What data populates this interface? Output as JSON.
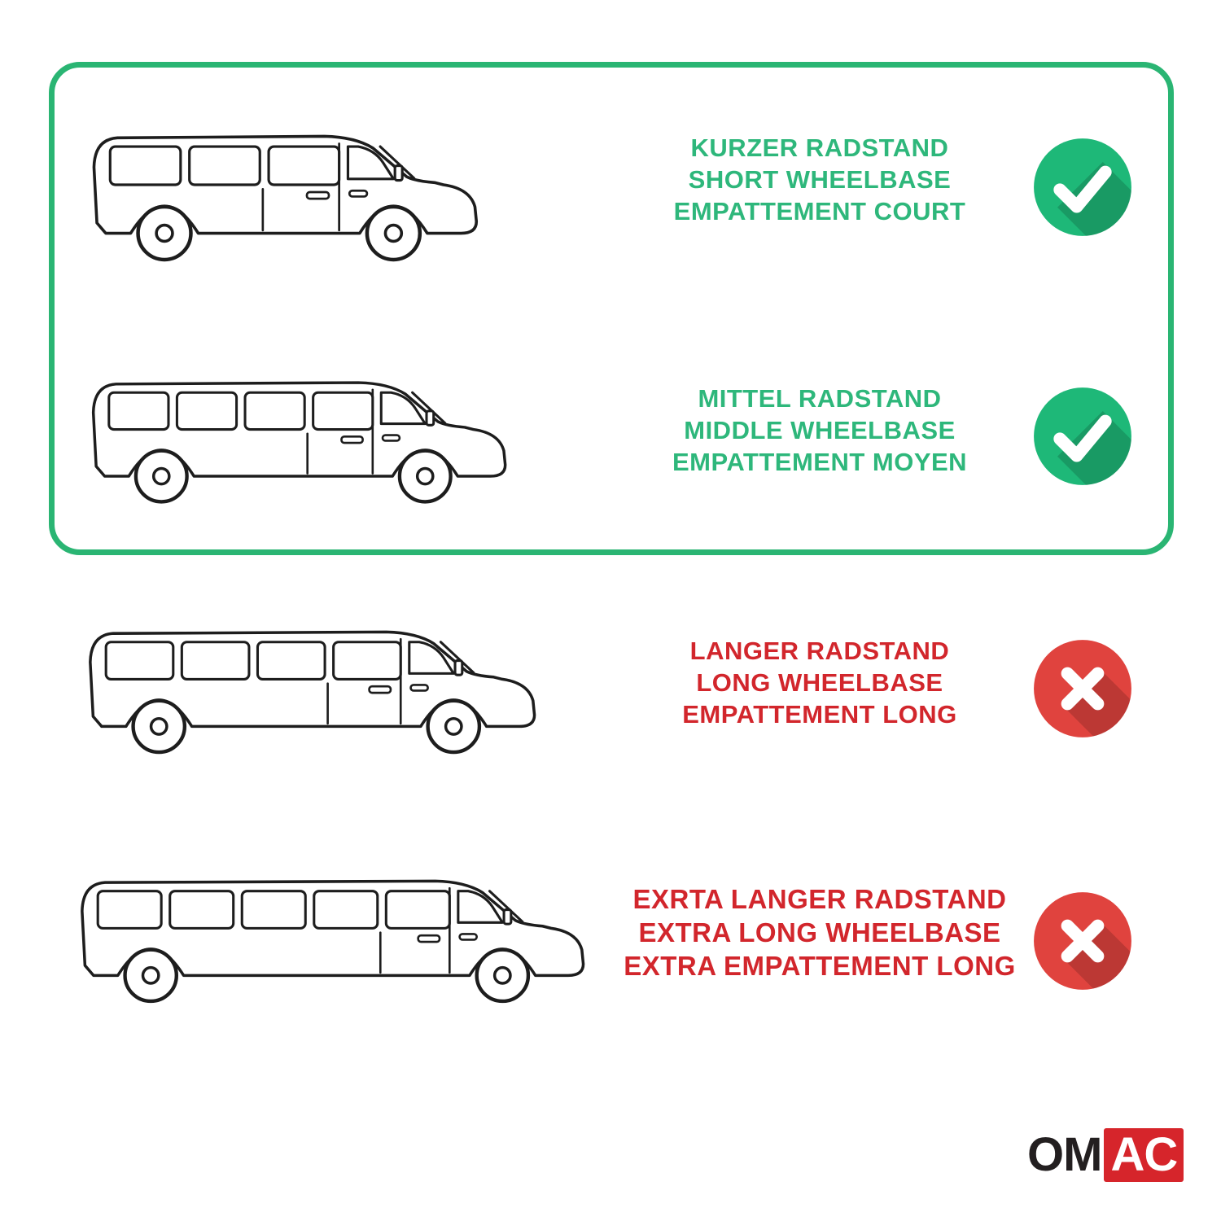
{
  "colors": {
    "green_border": "#2ab573",
    "green_text": "#2eb77b",
    "green_icon": "#1eb878",
    "red_text": "#d2262c",
    "red_icon": "#e0433e",
    "ink": "#1d1d1d",
    "logo_red": "#d6252b",
    "logo_ink": "#231f20"
  },
  "rows": [
    {
      "variant": "short-wheelbase",
      "color": "green",
      "status": "check",
      "icon": "check-icon",
      "lines": [
        "KURZER RADSTAND",
        "SHORT WHEELBASE",
        "EMPATTEMENT COURT"
      ]
    },
    {
      "variant": "middle-wheelbase",
      "color": "green",
      "status": "check",
      "icon": "check-icon",
      "lines": [
        "MITTEL RADSTAND",
        "MIDDLE WHEELBASE",
        "EMPATTEMENT MOYEN"
      ]
    },
    {
      "variant": "long-wheelbase",
      "color": "red",
      "status": "cross",
      "icon": "cross-icon",
      "lines": [
        "LANGER RADSTAND",
        "LONG WHEELBASE",
        "EMPATTEMENT LONG"
      ]
    },
    {
      "variant": "extra-long-wheelbase",
      "color": "red",
      "status": "cross",
      "icon": "cross-icon",
      "lines": [
        "EXRTA LANGER RADSTAND",
        "EXTRA LONG WHEELBASE",
        "EXTRA EMPATTEMENT LONG"
      ]
    }
  ],
  "logo": {
    "left": "OM",
    "right": "AC"
  }
}
